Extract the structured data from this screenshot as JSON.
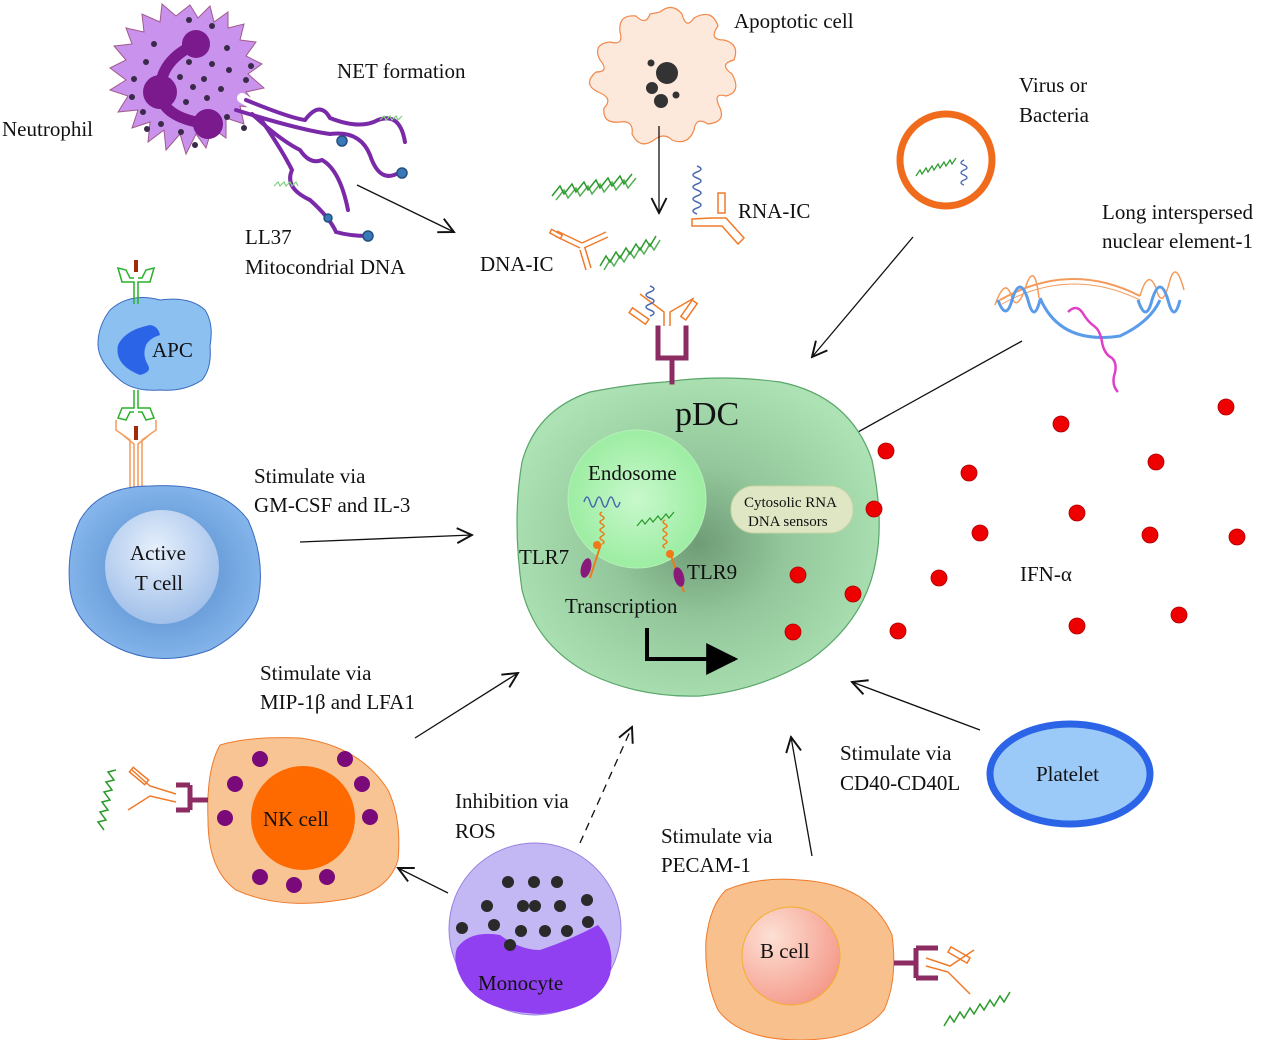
{
  "figure": {
    "center_cell": "pDC",
    "endosome": "Endosome",
    "tlr7": "TLR7",
    "tlr9": "TLR9",
    "transcription": "Transcription",
    "cytosolic_sensors": [
      "Cytosolic RNA",
      "DNA sensors"
    ],
    "ifn": "IFN-α"
  },
  "sources": {
    "neutrophil": "Neutrophil",
    "net_formation": "NET formation",
    "ll37": [
      "LL37",
      "Mitocondrial DNA"
    ],
    "apoptotic_cell": "Apoptotic cell",
    "dna_ic": "DNA-IC",
    "rna_ic": "RNA-IC",
    "virus": [
      "Virus or",
      "Bacteria"
    ],
    "line1": [
      "Long interspersed",
      "nuclear element-1"
    ]
  },
  "cells": {
    "apc": "APC",
    "t_cell": [
      "Active",
      "T cell"
    ],
    "nk_cell": "NK cell",
    "monocyte": "Monocyte",
    "b_cell": "B cell",
    "platelet": "Platelet"
  },
  "interactions": {
    "t_cell": [
      "Stimulate via",
      "GM-CSF and IL-3"
    ],
    "nk_cell": [
      "Stimulate via",
      "MIP-1β and LFA1"
    ],
    "monocyte": [
      "Inhibition via",
      "ROS"
    ],
    "b_cell": [
      "Stimulate via",
      "PECAM-1"
    ],
    "platelet": [
      "Stimulate via",
      "CD40-CD40L"
    ]
  },
  "colors": {
    "pdc_fill": "#a8ddb0",
    "neutrophil": "#c992ec",
    "nucleus_purple": "#7a1a8c",
    "antibody": "#f07a2a",
    "receptor": "#8c2c62",
    "dna": "#2a9a2a",
    "rna": "#4a6ab0",
    "ifn_dot": "#ee0000",
    "t_cell": "#6a9fdc",
    "apc": "#8cc0f0",
    "nk_cell": "#f8c494",
    "nk_nucleus": "#ff6a00",
    "monocyte": "#c4b8f4",
    "monocyte_nucleus": "#9040f0",
    "b_cell": "#f8c08c",
    "platelet_fill": "#9ccaf8",
    "platelet_ring": "#2c64e8"
  }
}
